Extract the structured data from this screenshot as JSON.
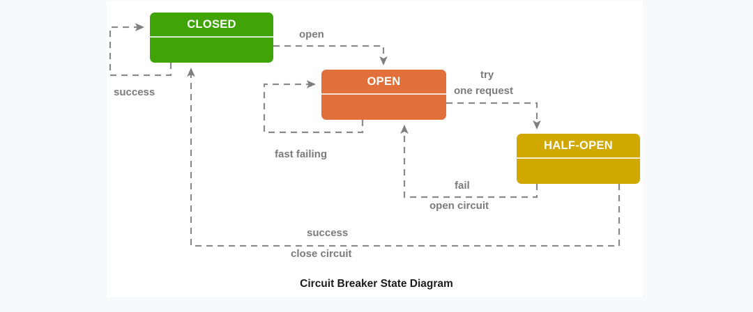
{
  "canvas": {
    "background": "#ffffff",
    "page_background": "#f7f9fb"
  },
  "diagram": {
    "title": "Circuit Breaker State Diagram",
    "type": "state-diagram",
    "edge_color": "#808080",
    "edge_style": "dashed",
    "label_color": "#7b7b7b",
    "states": [
      {
        "id": "closed",
        "label": "CLOSED",
        "color": "#40a406"
      },
      {
        "id": "open",
        "label": "OPEN",
        "color": "#e2703a"
      },
      {
        "id": "half-open",
        "label": "HALF-OPEN",
        "color": "#d0a800"
      }
    ],
    "transitions": [
      {
        "id": "success-self",
        "from": "closed",
        "to": "closed",
        "label": "success"
      },
      {
        "id": "open",
        "from": "closed",
        "to": "open",
        "label": "open"
      },
      {
        "id": "fast-failing",
        "from": "open",
        "to": "open",
        "label": "fast failing"
      },
      {
        "id": "try-one-request",
        "from": "open",
        "to": "half-open",
        "label_line1": "try",
        "label_line2": "one request"
      },
      {
        "id": "fail-open",
        "from": "half-open",
        "to": "open",
        "label_line1": "fail",
        "label_line2": "open circuit"
      },
      {
        "id": "success-close",
        "from": "half-open",
        "to": "closed",
        "label_line1": "success",
        "label_line2": "close circuit"
      }
    ]
  }
}
